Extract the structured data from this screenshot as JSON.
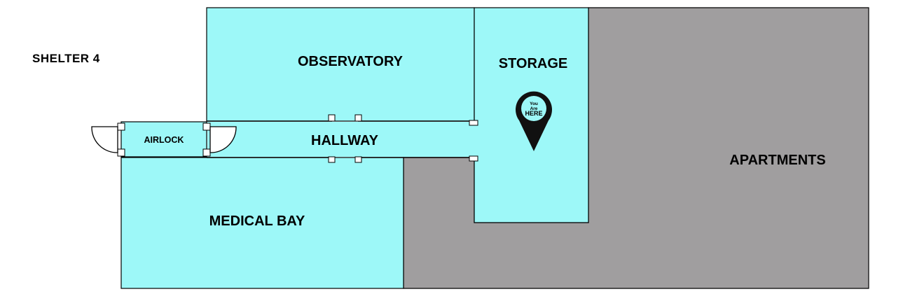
{
  "map": {
    "title": "SHELTER 4",
    "colors": {
      "room_fill": "#9df8f8",
      "apartments_fill": "#a09e9f",
      "wall": "#000000",
      "marker": "#111111"
    },
    "rooms": {
      "observatory": "OBSERVATORY",
      "storage": "STORAGE",
      "hallway": "HALLWAY",
      "airlock": "AIRLOCK",
      "medical_bay": "MEDICAL BAY",
      "apartments": "APARTMENTS"
    },
    "marker": {
      "line1": "You",
      "line2": "Are",
      "line3": "HERE",
      "icon": "location-pin-icon"
    }
  }
}
